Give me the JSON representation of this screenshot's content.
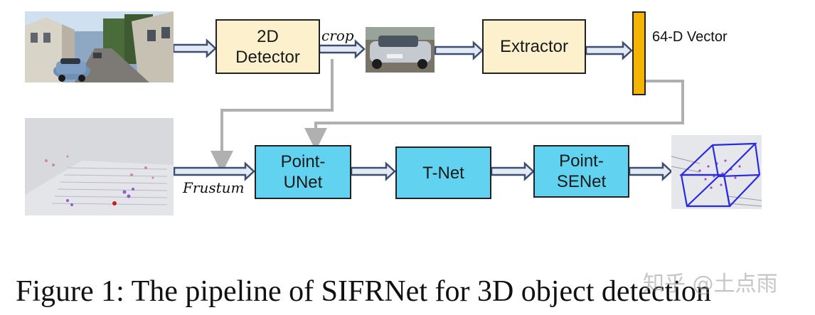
{
  "nodes": {
    "detector": "2D\nDetector",
    "extractor": "Extractor",
    "point_unet": "Point-\nUNet",
    "t_net": "T-Net",
    "point_senet": "Point-\nSENet"
  },
  "labels": {
    "crop": "crop",
    "frustum": "Frustum",
    "vector": "64-D Vector"
  },
  "caption": "Figure 1: The pipeline of SIFRNet for 3D object detection",
  "watermark": "知乎 @土点雨",
  "colors": {
    "yellow_box": "#fdf0cd",
    "blue_box": "#61d3f1",
    "vector_bar": "#f5b400",
    "arrow_body": "#e4eaf4",
    "arrow_border": "#3c4f72",
    "connector": "#b0b0b0"
  }
}
